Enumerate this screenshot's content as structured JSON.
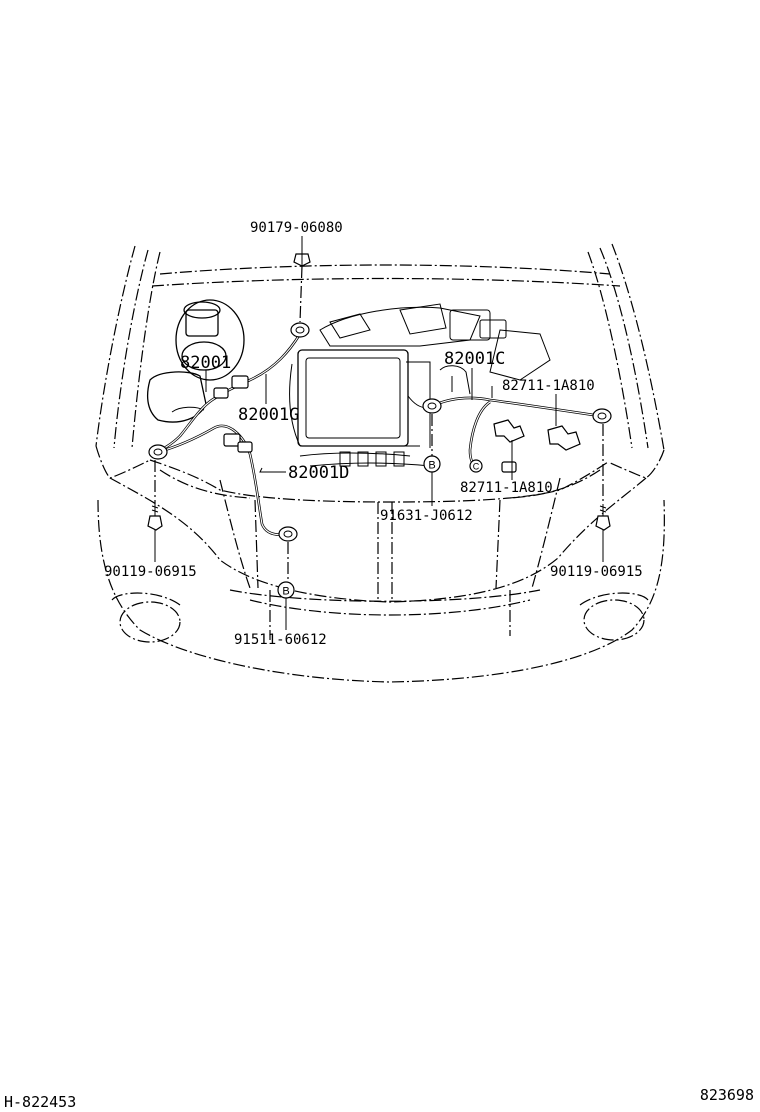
{
  "labels": {
    "p90179": "90179-06080",
    "p82001": "82001",
    "p82001G": "82001G",
    "p82001C": "82001C",
    "p82711_top": "82711-1A810",
    "p82001D": "82001D",
    "p82711_bottom": "82711-1A810",
    "p91631": "91631-J0612",
    "p90119_left": "90119-06915",
    "p90119_right": "90119-06915",
    "p91511": "91511-60612"
  },
  "markers": {
    "b1": "B",
    "b2": "B",
    "c1": "C"
  },
  "footer": {
    "left_code": "H-822453",
    "right_code": "823698"
  }
}
